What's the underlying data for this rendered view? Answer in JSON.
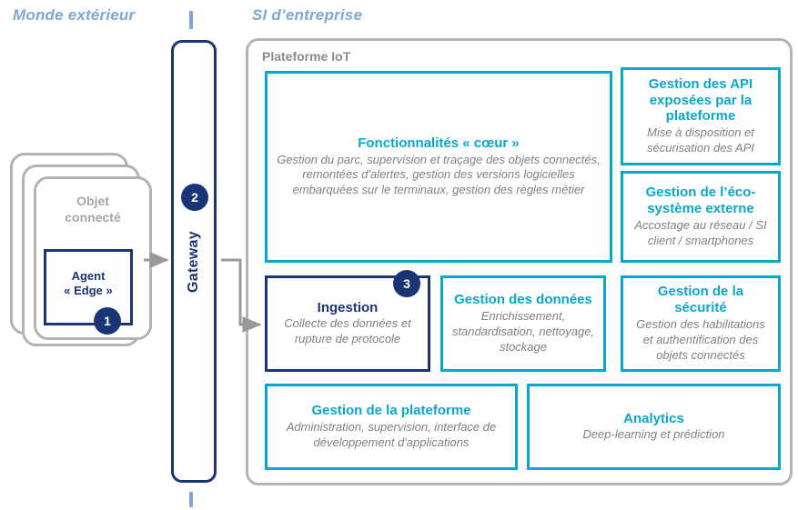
{
  "headings": {
    "outside_world": "Monde extérieur",
    "enterprise_si": "SI d’entreprise"
  },
  "outside_world": {
    "object_card": {
      "label": "Objet\nconnecté",
      "label_line1": "Objet",
      "label_line2": "connecté",
      "stack_count": 3
    },
    "agent": {
      "title_line1": "Agent",
      "title_line2": "« Edge »",
      "badge": "1"
    }
  },
  "gateway": {
    "label": "Gateway",
    "badge": "2"
  },
  "iot_platform": {
    "label": "Plateforme IoT",
    "boxes": [
      {
        "id": "core",
        "title": "Fonctionnalités « cœur »",
        "description": "Gestion du parc, supervision et traçage des objets connectés, remontées d'alertes, gestion des versions logicielles embarquées sur le terminaux, gestion des règles métier",
        "accent": "#0aa7cc"
      },
      {
        "id": "api",
        "title": "Gestion des API exposées par la plateforme",
        "description": "Mise à disposition et sécurisation des API",
        "accent": "#0aa7cc"
      },
      {
        "id": "eco",
        "title": "Gestion de l’éco-système externe",
        "description": "Accostage au réseau / SI client / smartphones",
        "accent": "#0aa7cc"
      },
      {
        "id": "ingestion",
        "title": "Ingestion",
        "description": "Collecte des données et rupture de protocole",
        "accent": "#1b3476",
        "badge": "3"
      },
      {
        "id": "data",
        "title": "Gestion des données",
        "description": "Enrichissement, standardisation, nettoyage, stockage",
        "accent": "#0aa7cc"
      },
      {
        "id": "security",
        "title": "Gestion de la sécurité",
        "description": "Gestion des habilitations et authentification des objets connectés",
        "accent": "#0aa7cc"
      },
      {
        "id": "platform",
        "title": "Gestion de la plateforme",
        "description": "Administration, supervision, interface de développement d'applications",
        "accent": "#0aa7cc"
      },
      {
        "id": "analytics",
        "title": "Analytics",
        "description": "Deep-learning et prédiction",
        "accent": "#0aa7cc"
      }
    ]
  },
  "colors": {
    "cyan": "#0aa7cc",
    "navy": "#1b3476",
    "gray_border": "#b3b3b3",
    "gray_text": "#808080",
    "heading_blue": "#7ea6d8",
    "arrow_gray": "#999999"
  },
  "connectors": [
    {
      "name": "object-to-gateway",
      "from": "agent-edge-box",
      "to": "gateway-box"
    },
    {
      "name": "gateway-to-ingestion",
      "from": "gateway-box",
      "to": "box-ingestion"
    }
  ]
}
